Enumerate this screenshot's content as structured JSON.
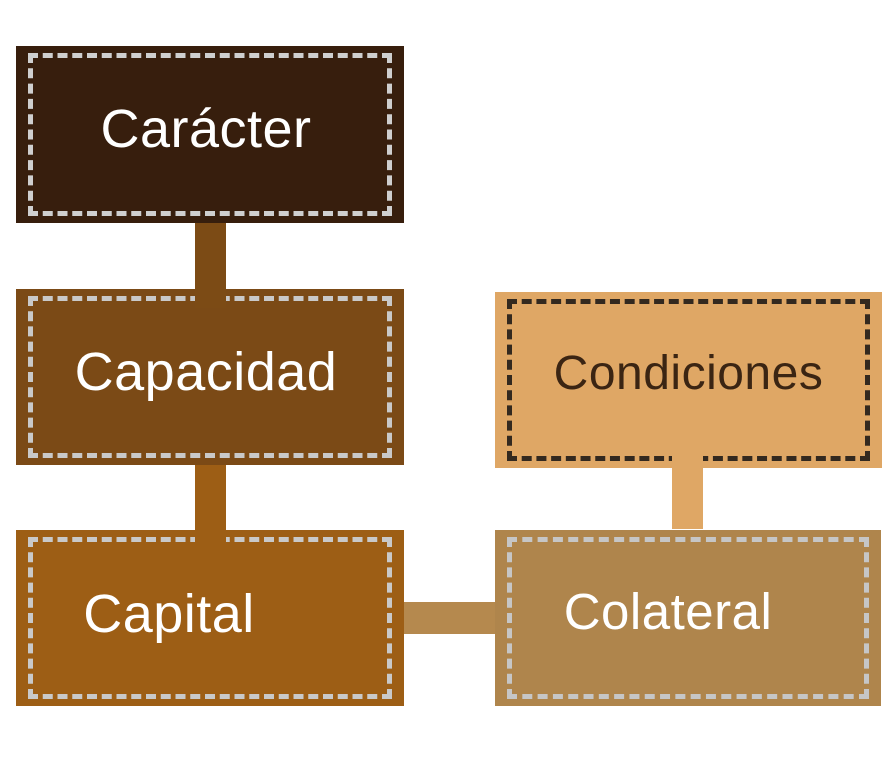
{
  "diagram": {
    "description": "Five connected rectangular boxes with inner dashed borders (5 C's of credit, Spanish)",
    "background_color": "#ffffff",
    "boxes": [
      {
        "id": "caracter",
        "label": "Carácter",
        "fill": "#371E0D",
        "dash_color": "#CFCFCF",
        "text_color": "#FFFFFF"
      },
      {
        "id": "capacidad",
        "label": "Capacidad",
        "fill": "#7B4A16",
        "dash_color": "#C9C9C9",
        "text_color": "#FFFFFF"
      },
      {
        "id": "capital",
        "label": "Capital",
        "fill": "#9D5E15",
        "dash_color": "#C9C9C9",
        "text_color": "#FFFFFF"
      },
      {
        "id": "condiciones",
        "label": "Condiciones",
        "fill": "#DFA765",
        "dash_color": "#33291F",
        "text_color": "#3B2513"
      },
      {
        "id": "colateral",
        "label": "Colateral",
        "fill": "#AF854C",
        "dash_color": "#C6C6C6",
        "text_color": "#FFFFFF"
      }
    ],
    "connectors": [
      {
        "id": "caracter-capacidad",
        "from": "caracter",
        "to": "capacidad",
        "orientation": "vertical",
        "color": "#7C4B15"
      },
      {
        "id": "capacidad-capital",
        "from": "capacidad",
        "to": "capital",
        "orientation": "vertical",
        "color": "#9D5E15"
      },
      {
        "id": "condiciones-colateral",
        "from": "condiciones",
        "to": "colateral",
        "orientation": "vertical",
        "color": "#DFA765"
      },
      {
        "id": "capital-colateral",
        "from": "capital",
        "to": "colateral",
        "orientation": "horizontal",
        "color": "#B5894E"
      }
    ]
  }
}
